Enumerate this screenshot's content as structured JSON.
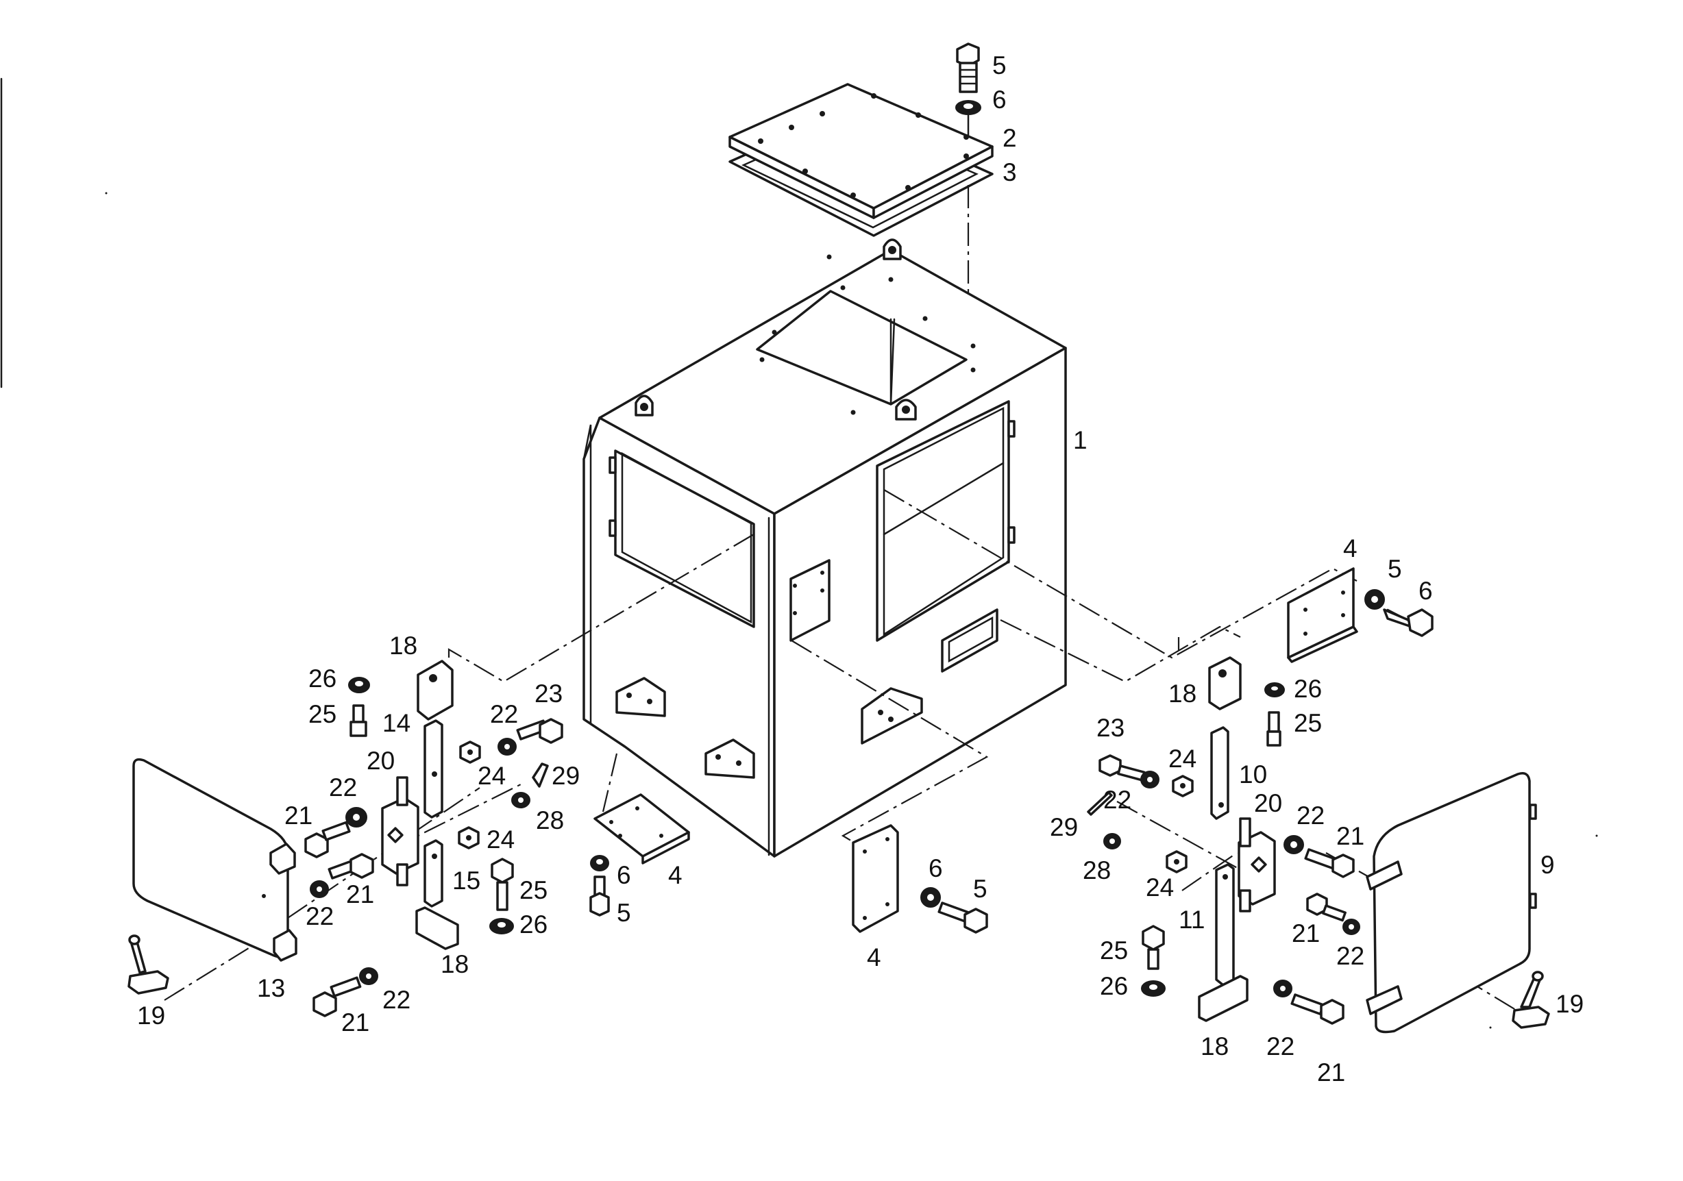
{
  "diagram": {
    "kind": "exploded parts view",
    "colors": {
      "line": "#1a1a1a",
      "background": "#ffffff"
    },
    "callouts": [
      {
        "id": "c-5-top",
        "text": "5"
      },
      {
        "id": "c-6-top",
        "text": "6"
      },
      {
        "id": "c-2",
        "text": "2"
      },
      {
        "id": "c-3",
        "text": "3"
      },
      {
        "id": "c-1",
        "text": "1"
      },
      {
        "id": "c-4-right",
        "text": "4"
      },
      {
        "id": "c-5-right",
        "text": "5"
      },
      {
        "id": "c-6-right",
        "text": "6"
      },
      {
        "id": "c-18-right-top",
        "text": "18"
      },
      {
        "id": "c-26-right-top",
        "text": "26"
      },
      {
        "id": "c-25-right-top",
        "text": "25"
      },
      {
        "id": "c-23-right",
        "text": "23"
      },
      {
        "id": "c-24-right-top",
        "text": "24"
      },
      {
        "id": "c-10",
        "text": "10"
      },
      {
        "id": "c-22-right-a",
        "text": "22"
      },
      {
        "id": "c-20-right",
        "text": "20"
      },
      {
        "id": "c-22-right-b",
        "text": "22"
      },
      {
        "id": "c-21-right-a",
        "text": "21"
      },
      {
        "id": "c-29-right",
        "text": "29"
      },
      {
        "id": "c-28-right",
        "text": "28"
      },
      {
        "id": "c-24-right-bot",
        "text": "24"
      },
      {
        "id": "c-9",
        "text": "9"
      },
      {
        "id": "c-11",
        "text": "11"
      },
      {
        "id": "c-21-right-b",
        "text": "21"
      },
      {
        "id": "c-22-right-c",
        "text": "22"
      },
      {
        "id": "c-25-right-bot",
        "text": "25"
      },
      {
        "id": "c-26-right-bot",
        "text": "26"
      },
      {
        "id": "c-19-right",
        "text": "19"
      },
      {
        "id": "c-18-right-bot",
        "text": "18"
      },
      {
        "id": "c-22-right-d",
        "text": "22"
      },
      {
        "id": "c-21-right-c",
        "text": "21"
      },
      {
        "id": "c-4-front",
        "text": "4"
      },
      {
        "id": "c-6-front",
        "text": "6"
      },
      {
        "id": "c-5-front",
        "text": "5"
      },
      {
        "id": "c-6-under",
        "text": "6"
      },
      {
        "id": "c-4-under",
        "text": "4"
      },
      {
        "id": "c-5-under",
        "text": "5"
      },
      {
        "id": "c-18-left-top",
        "text": "18"
      },
      {
        "id": "c-26-left-top",
        "text": "26"
      },
      {
        "id": "c-25-left-top",
        "text": "25"
      },
      {
        "id": "c-14",
        "text": "14"
      },
      {
        "id": "c-22-left-a",
        "text": "22"
      },
      {
        "id": "c-23-left",
        "text": "23"
      },
      {
        "id": "c-20-left",
        "text": "20"
      },
      {
        "id": "c-24-left-top",
        "text": "24"
      },
      {
        "id": "c-29-left",
        "text": "29"
      },
      {
        "id": "c-22-left-b",
        "text": "22"
      },
      {
        "id": "c-28-left",
        "text": "28"
      },
      {
        "id": "c-21-left-a",
        "text": "21"
      },
      {
        "id": "c-24-left-bot",
        "text": "24"
      },
      {
        "id": "c-21-left-b",
        "text": "21"
      },
      {
        "id": "c-15",
        "text": "15"
      },
      {
        "id": "c-25-left-bot",
        "text": "25"
      },
      {
        "id": "c-22-left-c",
        "text": "22"
      },
      {
        "id": "c-26-left-bot",
        "text": "26"
      },
      {
        "id": "c-18-left-bot",
        "text": "18"
      },
      {
        "id": "c-13",
        "text": "13"
      },
      {
        "id": "c-19-left",
        "text": "19"
      },
      {
        "id": "c-21-left-c",
        "text": "21"
      },
      {
        "id": "c-22-left-d",
        "text": "22"
      }
    ]
  }
}
